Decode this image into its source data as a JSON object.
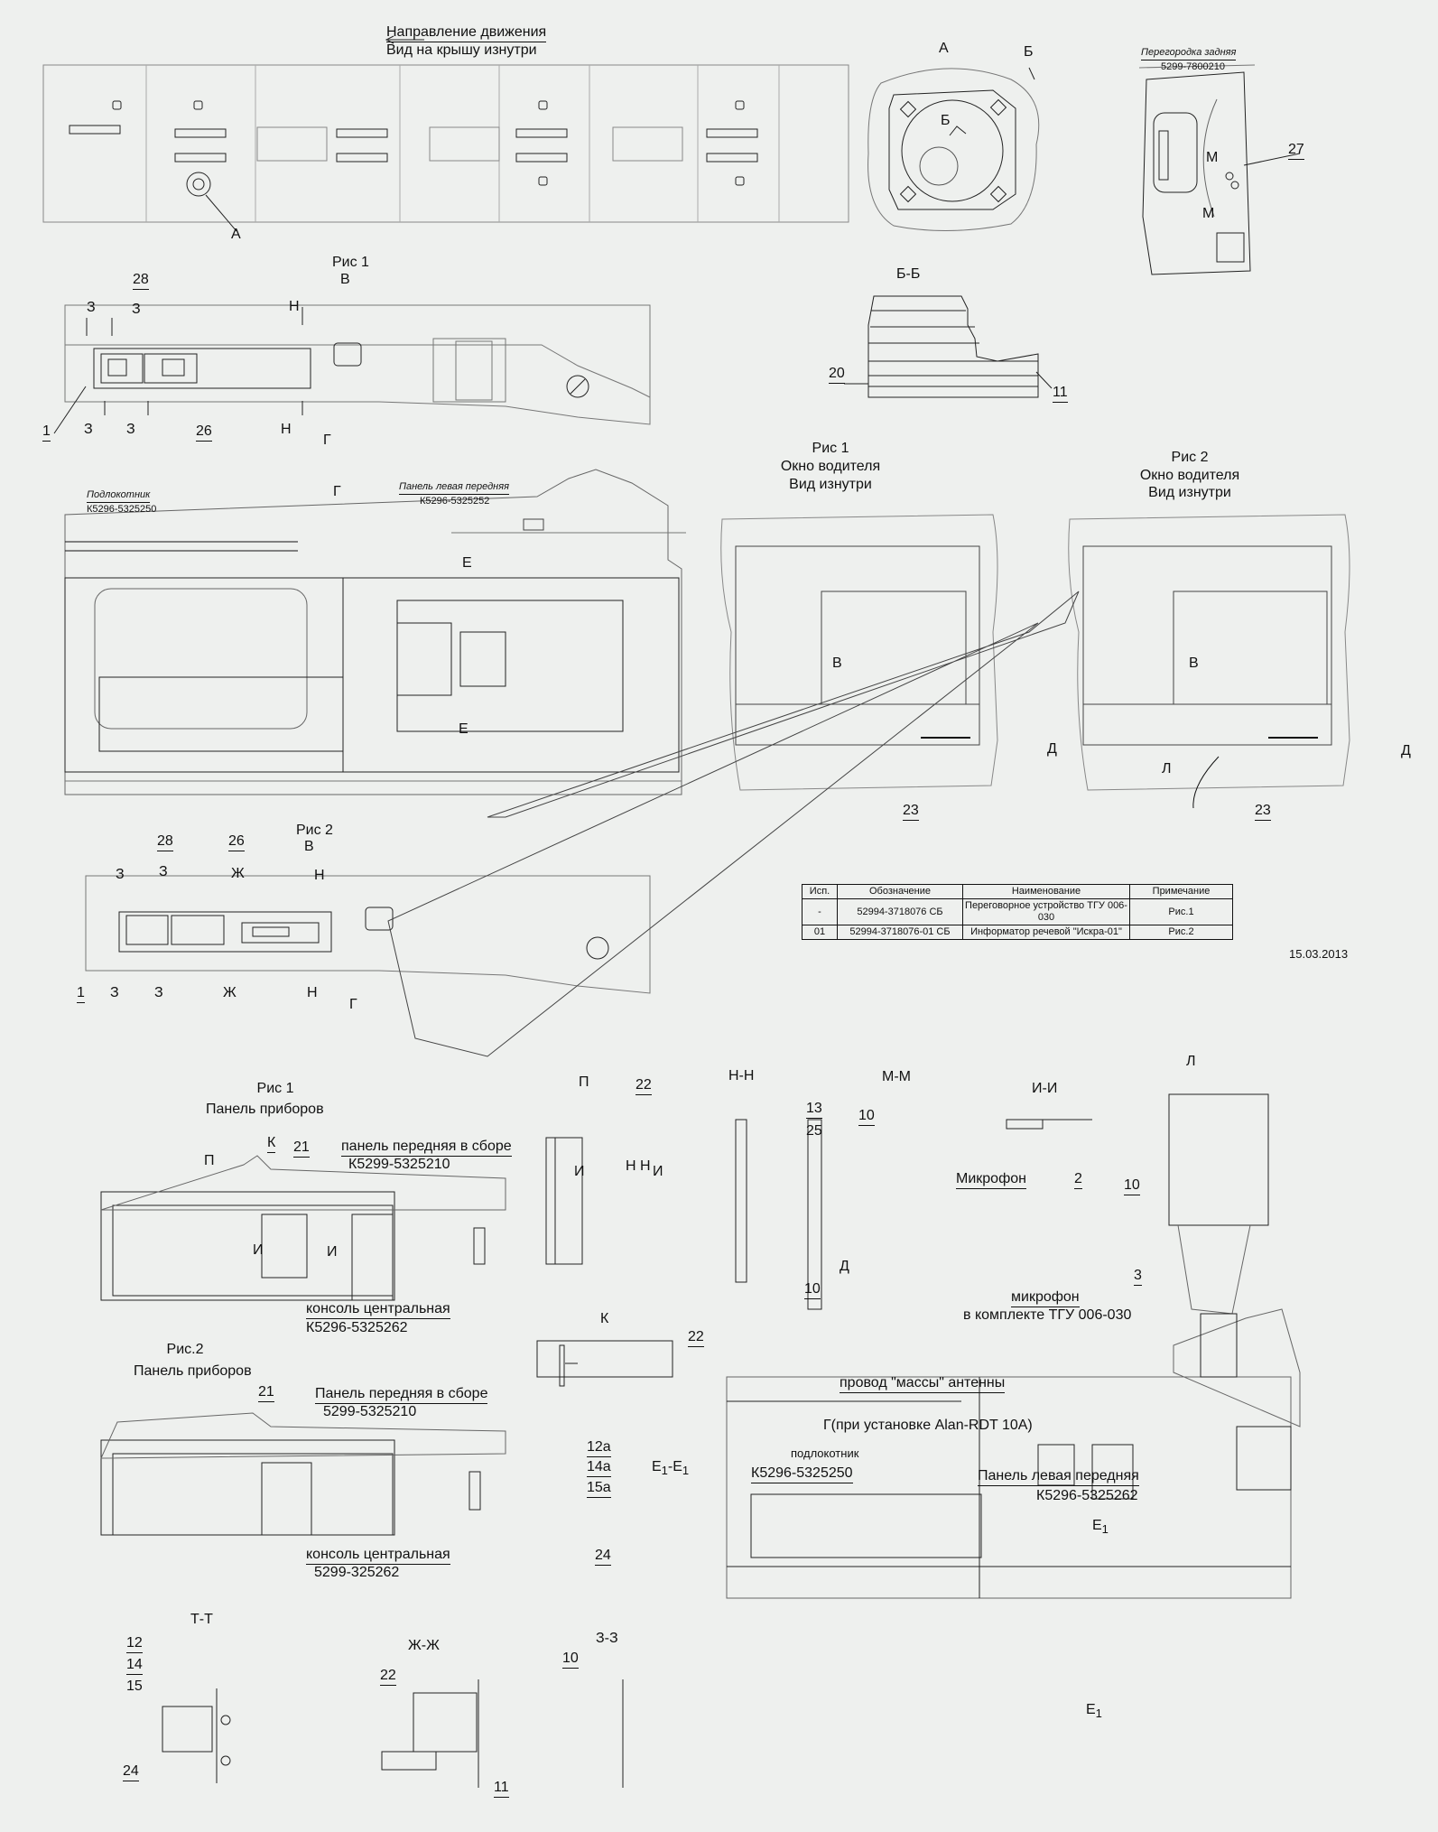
{
  "header": {
    "direction": "Направление движения",
    "roof_view": "Вид на крышу изнутри"
  },
  "roof": {
    "callout_a": "А"
  },
  "view_a": {
    "title": "А",
    "cut_b": "Б",
    "cut_b2": "Б"
  },
  "rear_partition": {
    "title": "Перегородка задняя",
    "code": "5299-7800210",
    "m1": "М",
    "m2": "М",
    "pos": "27"
  },
  "section_bb": {
    "title": "Б-Б",
    "pos20": "20",
    "pos11": "11"
  },
  "fig1_b": {
    "fig": "Рис 1",
    "view": "В",
    "pos28": "28",
    "z_tl": "З",
    "z_tl2": "З",
    "n_t": "Н",
    "pos1": "1",
    "z_bl": "З",
    "z_bl2": "З",
    "pos26": "26",
    "n_b": "Н",
    "g": "Г"
  },
  "view_g": {
    "title": "Г",
    "armrest": "Подлокотник",
    "armrest_code": "К5296-5325250",
    "left_panel": "Панель левая передняя",
    "left_panel_code": "К5296-5325252",
    "e_top": "Е",
    "e_bot": "Е"
  },
  "window1": {
    "fig": "Рис 1",
    "title": "Окно водителя",
    "sub": "Вид изнутри",
    "b": "В",
    "d": "Д",
    "pos23": "23"
  },
  "window2": {
    "fig": "Рис 2",
    "title": "Окно водителя",
    "sub": "Вид изнутри",
    "b": "В",
    "d": "Д",
    "l": "Л",
    "pos23": "23"
  },
  "fig2_b": {
    "fig": "Рис 2",
    "view": "В",
    "pos28": "28",
    "pos26": "26",
    "z_tl": "З",
    "z_tl2": "З",
    "zh_t": "Ж",
    "n_t": "Н",
    "pos1": "1",
    "z_bl": "З",
    "z_bl2": "З",
    "zh_b": "Ж",
    "n_b": "Н",
    "g": "Г"
  },
  "spec_table": {
    "headers": [
      "Исп.",
      "Обозначение",
      "Наименование",
      "Примечание"
    ],
    "rows": [
      [
        "-",
        "52994-3718076 СБ",
        "Переговорное устройство ТГУ 006-030",
        "Рис.1"
      ],
      [
        "01",
        "52994-3718076-01 СБ",
        "Информатор речевой \"Искра-01\"",
        "Рис.2"
      ]
    ],
    "date": "15.03.2013"
  },
  "dash1": {
    "fig": "Рис 1",
    "title": "Панель приборов",
    "p": "П",
    "k": "К",
    "pos21": "21",
    "front_panel": "панель передняя в сборе",
    "front_panel_code": "К5299-5325210",
    "i1": "И",
    "i2": "И",
    "console": "консоль центральная",
    "console_code": "К5296-5325262"
  },
  "section_p": {
    "title": "П",
    "pos22": "22",
    "i1": "И",
    "nn": "Н Н",
    "i2": "И"
  },
  "section_nn": {
    "title": "Н-Н"
  },
  "section_mm": {
    "title": "М-М",
    "pos13": "13",
    "pos25": "25",
    "pos10": "10"
  },
  "section_ii": {
    "title": "И-И",
    "mic": "Микрофон",
    "pos2": "2"
  },
  "view_l": {
    "title": "Л",
    "pos10": "10",
    "pos3": "3",
    "mic": "микрофон",
    "mic_kit": "в комплекте ТГУ 006-030"
  },
  "view_d": {
    "title": "Д",
    "pos10": "10",
    "wire": "провод \"массы\" антенны"
  },
  "view_k": {
    "title": "К",
    "pos22": "22"
  },
  "dash2": {
    "fig": "Рис.2",
    "title": "Панель приборов",
    "pos21": "21",
    "front_panel": "Панель передняя в сборе",
    "front_panel_code": "5299-5325210",
    "console": "консоль центральная",
    "console_code": "5299-325262"
  },
  "section_e1": {
    "pos12a": "12а",
    "pos14a": "14а",
    "pos15a": "15а",
    "title_e": "Е",
    "sub": "1",
    "dash": "-",
    "title_e2": "Е",
    "sub2": "1",
    "pos24": "24"
  },
  "view_g2": {
    "title": "Г(при установке Alan-RDT 10A)",
    "armrest": "подлокотник",
    "armrest_code": "К5296-5325250",
    "left_panel": "Панель левая передняя",
    "left_panel_code": "К5296-5325262",
    "e1": "Е",
    "e1s": "1",
    "e2": "Е",
    "e2s": "1"
  },
  "section_tt": {
    "title": "Т-Т",
    "pos12": "12",
    "pos14": "14",
    "pos15": "15",
    "pos24": "24"
  },
  "section_zhzh": {
    "title": "Ж-Ж",
    "pos22": "22",
    "pos11": "11"
  },
  "section_zz": {
    "title": "З-З",
    "pos10": "10"
  }
}
